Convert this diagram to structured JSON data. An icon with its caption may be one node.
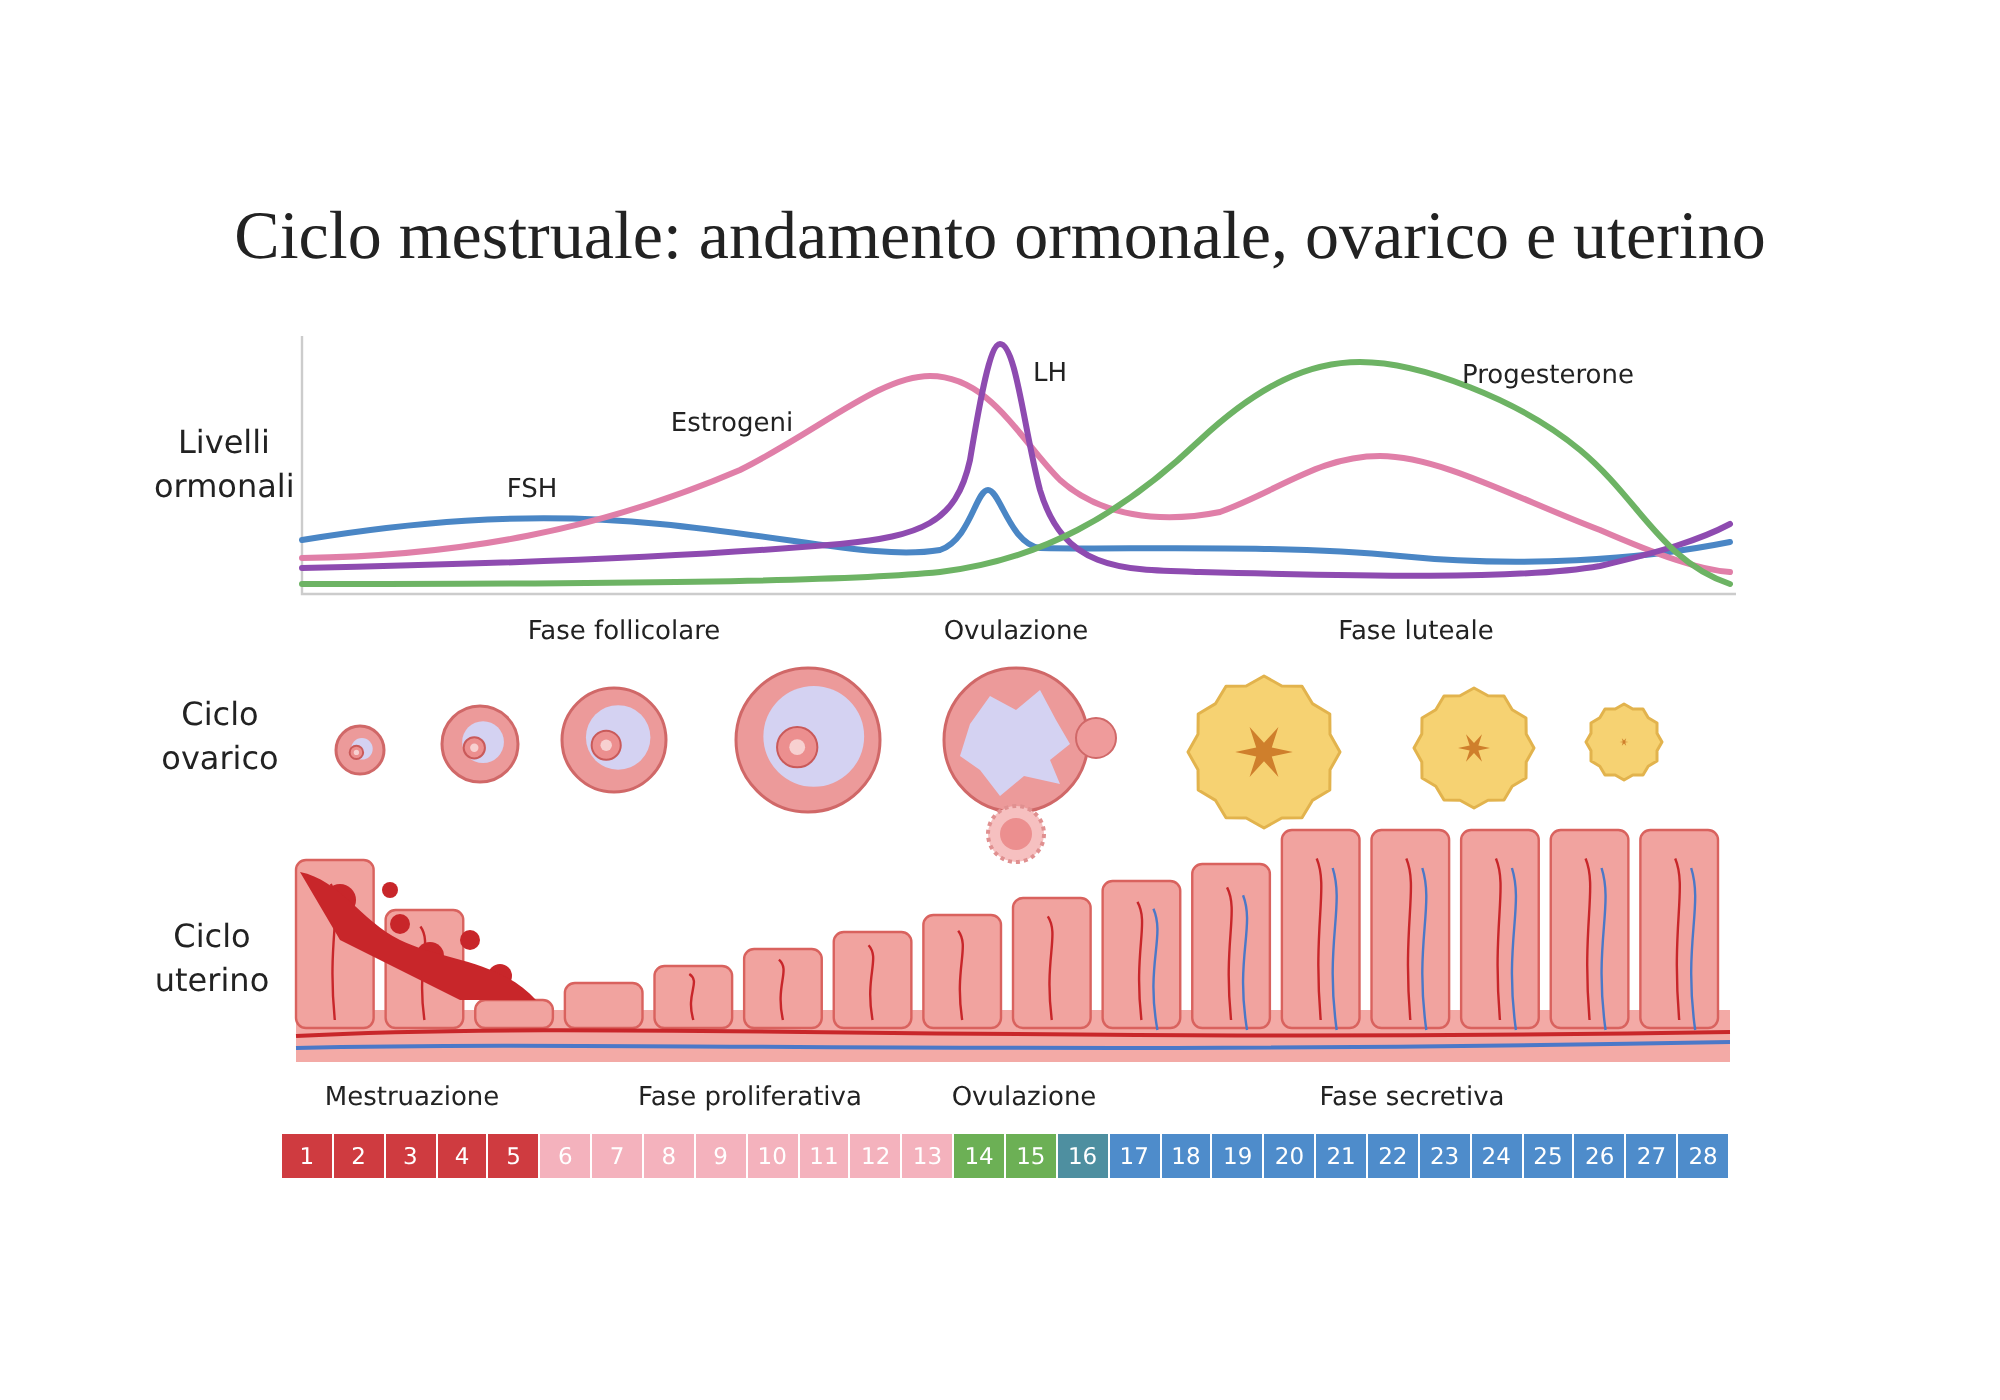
{
  "diagram": {
    "title": "Ciclo mestruale: andamento ormonale, ovarico e uterino",
    "labels": [
      "Livelli ormonali",
      "FSH",
      "Estrogeni",
      "LH",
      "Progesterone",
      "Fase follicolare",
      "Ovulazione",
      "Fase luteale",
      "Ciclo ovarico",
      "Ciclo uterino",
      "Mestruazione",
      "Fase proliferativa",
      "Ovulazione",
      "Fase secretiva",
      "1",
      "2",
      "3",
      "4",
      "5",
      "6",
      "7",
      "8",
      "9",
      "10",
      "11",
      "12",
      "13",
      "14",
      "15",
      "16",
      "17",
      "18",
      "19",
      "20",
      "21",
      "22",
      "23",
      "24",
      "25",
      "26",
      "27",
      "28"
    ]
  }
}
